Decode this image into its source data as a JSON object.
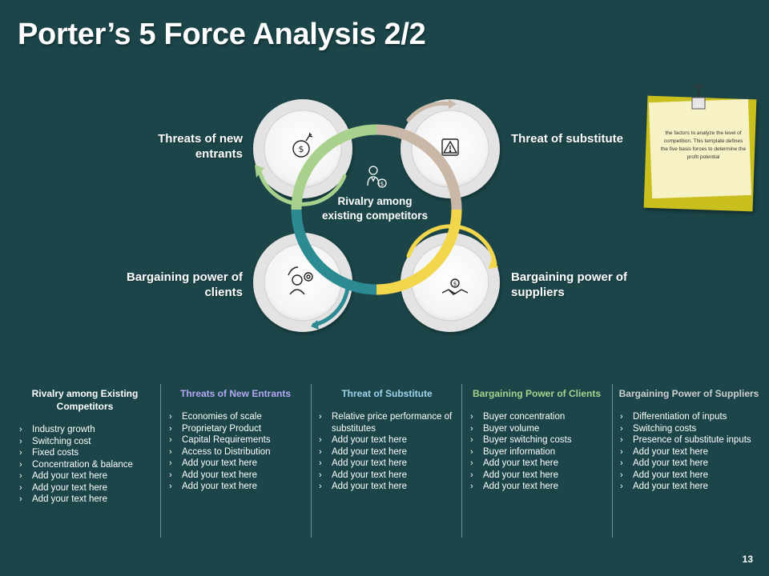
{
  "title": "Porter’s 5 Force Analysis 2/2",
  "page_number": "13",
  "colors": {
    "background": "#1b4548",
    "green": "#a9d18e",
    "tan": "#c9b8a8",
    "yellow": "#f2d64b",
    "teal": "#2b8a92",
    "circle": "#e6e6e6",
    "head_white": "#ffffff",
    "head_purple": "#b4a7f5",
    "head_blue": "#9ed3f0",
    "head_green": "#a9d18e",
    "head_grey": "#cfcfcf"
  },
  "diagram": {
    "center_label": "Rivalry among existing competitors",
    "center_icon": "businessman-dollar-icon",
    "forces": [
      {
        "label": "Threats of new entrants",
        "icon": "money-bomb-icon"
      },
      {
        "label": "Threat of substitute",
        "icon": "warning-triangle-icon"
      },
      {
        "label": "Bargaining power of clients",
        "icon": "person-gear-icon"
      },
      {
        "label": "Bargaining power of suppliers",
        "icon": "handshake-dollar-icon"
      }
    ]
  },
  "note": {
    "text": "the factors to analyze the level of competition. This template defines the five basis forces to determine the profit potential",
    "icon": "binder-clip-icon"
  },
  "columns": [
    {
      "heading": "Rivalry among Existing Competitors",
      "items": [
        "Industry growth",
        "Switching cost",
        "Fixed costs",
        "Concentration & balance",
        "Add your text here",
        "Add your text here",
        "Add your text here"
      ]
    },
    {
      "heading": "Threats of New Entrants",
      "items": [
        "Economies of scale",
        "Proprietary Product",
        "Capital Requirements",
        "Access to Distribution",
        "Add your text here",
        "Add your text here",
        "Add your text here"
      ]
    },
    {
      "heading": "Threat of Substitute",
      "items": [
        "Relative price performance of substitutes",
        "Add your text here",
        "Add your text here",
        "Add your text here",
        "Add your text here",
        "Add your text here"
      ]
    },
    {
      "heading": "Bargaining Power of Clients",
      "items": [
        "Buyer concentration",
        "Buyer volume",
        "Buyer switching costs",
        "Buyer information",
        "Add your text here",
        "Add your text here",
        "Add your text here"
      ]
    },
    {
      "heading": "Bargaining Power of Suppliers",
      "items": [
        "Differentiation of inputs",
        "Switching costs",
        "Presence of substitute inputs",
        "Add your text here",
        "Add your text here",
        "Add your text here",
        "Add your text here"
      ]
    }
  ]
}
